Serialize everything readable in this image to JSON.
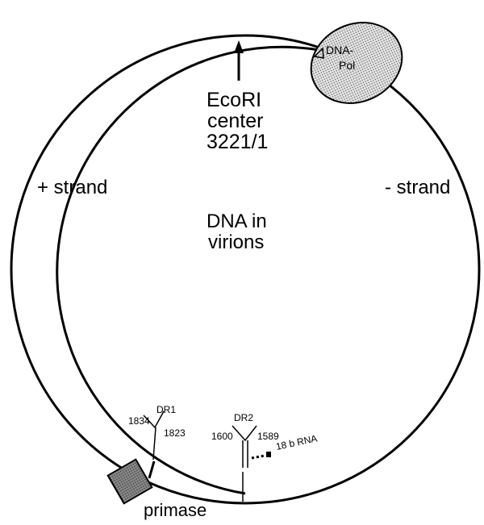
{
  "diagram": {
    "labels": {
      "ecori_line1": "EcoRI",
      "ecori_line2": "center",
      "ecori_line3": "3221/1",
      "plus_strand": "+ strand",
      "minus_strand": "- strand",
      "center_line1": "DNA in",
      "center_line2": "virions",
      "dna_pol_line1": "DNA-",
      "dna_pol_line2": "Pol",
      "dr1": "DR1",
      "dr1_left": "1834",
      "dr1_right": "1823",
      "dr2": "DR2",
      "dr2_left": "1600",
      "dr2_right": "1589",
      "rna": "18 b RNA",
      "primase": "primase"
    },
    "colors": {
      "stroke": "#000000",
      "stipple": "#cfcfcf",
      "primase_fill": "#9a9a9a"
    }
  }
}
